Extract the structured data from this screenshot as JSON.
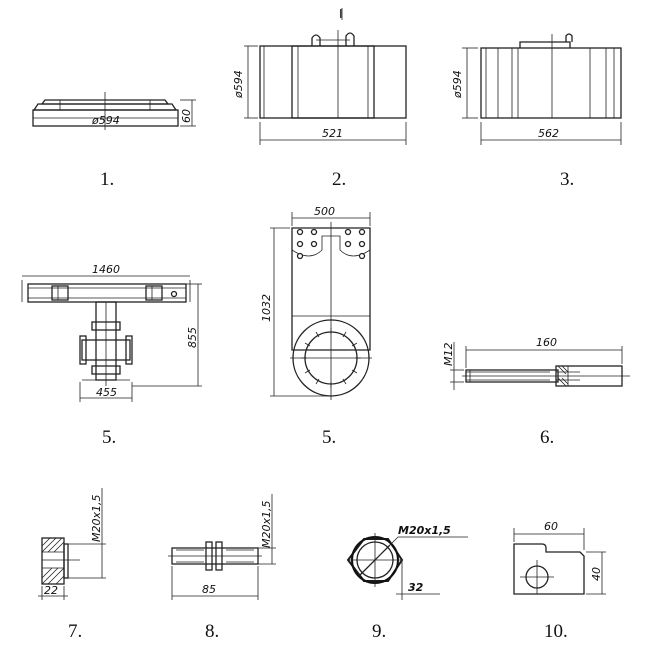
{
  "figures": [
    {
      "caption": "1.",
      "dims": {
        "diameter": "ø594",
        "height": "60"
      }
    },
    {
      "caption": "2.",
      "dims": {
        "diameter": "ø594",
        "width": "521"
      },
      "mark": "I"
    },
    {
      "caption": "3.",
      "dims": {
        "diameter": "ø594",
        "width": "562"
      }
    },
    {
      "caption": "5.",
      "dims": {
        "width_top": "1460",
        "height": "855",
        "width_bottom": "455"
      }
    },
    {
      "caption": "5.",
      "dims": {
        "width": "500",
        "height": "1032"
      }
    },
    {
      "caption": "6.",
      "dims": {
        "thread": "M12",
        "length": "160"
      }
    },
    {
      "caption": "7.",
      "dims": {
        "thread": "M20x1,5",
        "size": "22"
      }
    },
    {
      "caption": "8.",
      "dims": {
        "thread": "M20x1,5",
        "length": "85"
      }
    },
    {
      "caption": "9.",
      "dims": {
        "thread": "M20x1,5",
        "size": "32"
      }
    },
    {
      "caption": "10.",
      "dims": {
        "width": "60",
        "height": "40"
      }
    }
  ]
}
